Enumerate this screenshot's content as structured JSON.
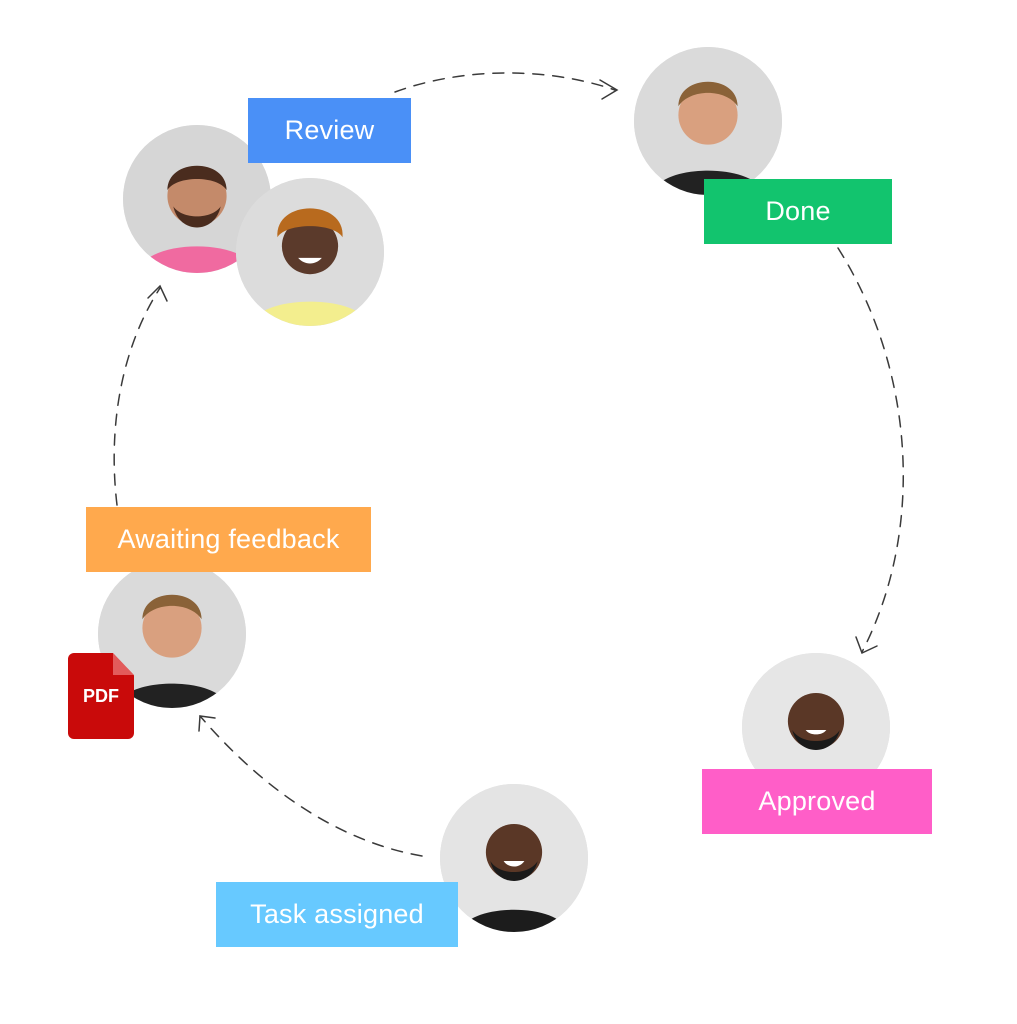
{
  "stages": {
    "review": {
      "label": "Review",
      "color": "#4a90f7"
    },
    "done": {
      "label": "Done",
      "color": "#12c46e"
    },
    "approved": {
      "label": "Approved",
      "color": "#ff5ec8"
    },
    "task_assigned": {
      "label": "Task assigned",
      "color": "#67c9ff"
    },
    "awaiting_feedback": {
      "label": "Awaiting feedback",
      "color": "#ffa94d"
    }
  },
  "attachment": {
    "label": "PDF",
    "icon": "pdf-icon",
    "color": "#c90a0a"
  },
  "avatars": [
    "person-avatar",
    "person-avatar",
    "person-avatar",
    "person-avatar",
    "person-avatar",
    "person-avatar"
  ]
}
